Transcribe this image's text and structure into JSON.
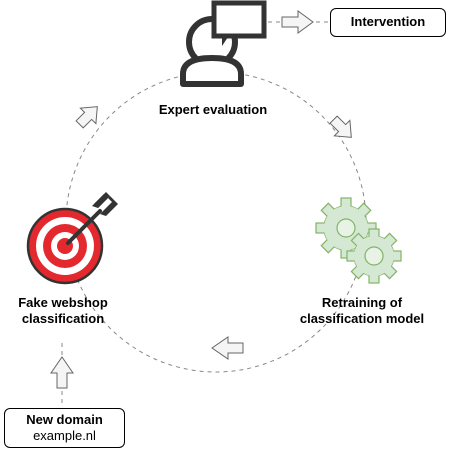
{
  "nodes": {
    "expert": {
      "label": "Expert evaluation"
    },
    "retraining": {
      "line1": "Retraining of",
      "line2": "classification model"
    },
    "classification": {
      "line1": "Fake webshop",
      "line2": "classification"
    },
    "intervention": {
      "label": "Intervention"
    },
    "new_domain": {
      "title": "New domain",
      "value": "example.nl"
    }
  },
  "icons": {
    "expert": "person-speech-bubble-icon",
    "retraining": "gear-icon",
    "classification": "target-arrow-icon"
  },
  "colors": {
    "gear_fill": "#d5e8d4",
    "gear_stroke": "#82b366",
    "target_red": "#e3282e",
    "person": "#333333",
    "arrow_fill": "#f5f5f5",
    "arrow_stroke": "#666666"
  }
}
